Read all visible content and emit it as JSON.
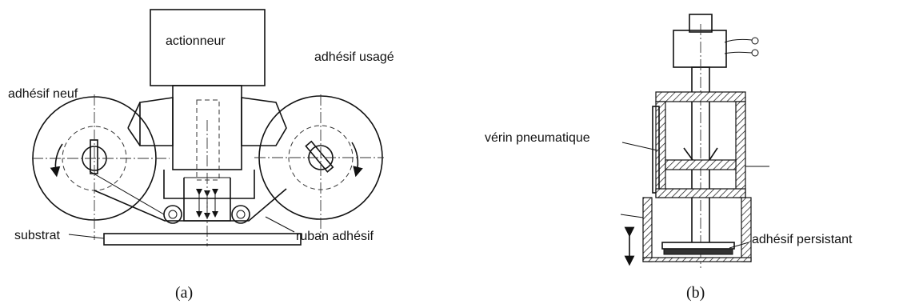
{
  "figure_a": {
    "actuator": "actionneur",
    "new_adhesive": "adhésif neuf",
    "used_adhesive": "adhésif usagé",
    "substrate": "substrat",
    "tape": "ruban adhésif",
    "caption": "(a)"
  },
  "figure_b": {
    "cylinder": "vérin pneumatique",
    "persistent_adhesive": "adhésif persistant",
    "caption": "(b)"
  }
}
